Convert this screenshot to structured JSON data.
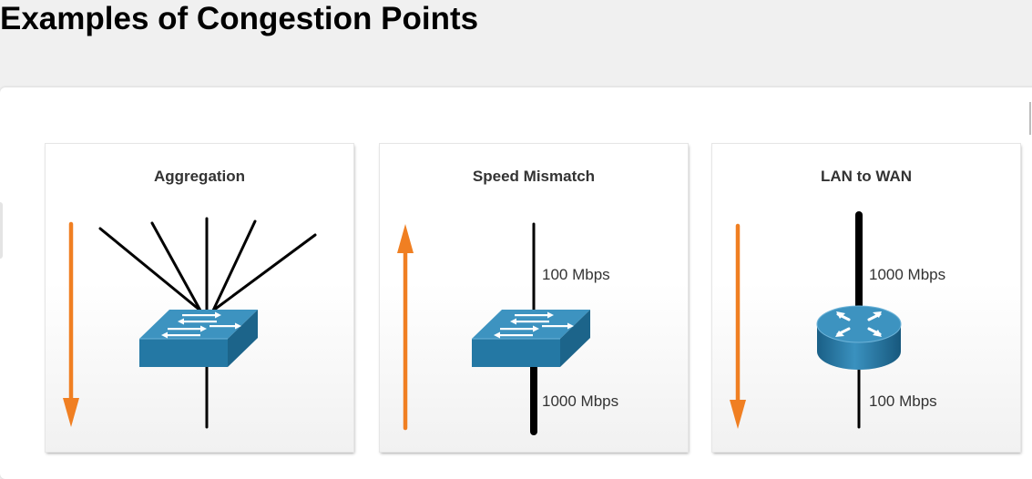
{
  "page": {
    "title": "Examples of Congestion Points"
  },
  "colors": {
    "arrow": "#f07f22",
    "device_blue": "#2b7fac",
    "device_top": "#3d93c0",
    "wire": "#000000"
  },
  "cards": [
    {
      "title": "Aggregation",
      "device": "switch-icon",
      "arrow": "down-arrow-icon"
    },
    {
      "title": "Speed Mismatch",
      "device": "switch-icon",
      "arrow": "up-arrow-icon",
      "upper_link": "100 Mbps",
      "lower_link": "1000 Mbps"
    },
    {
      "title": "LAN to WAN",
      "device": "router-icon",
      "arrow": "down-arrow-icon",
      "upper_link": "1000 Mbps",
      "lower_link": "100 Mbps"
    }
  ]
}
